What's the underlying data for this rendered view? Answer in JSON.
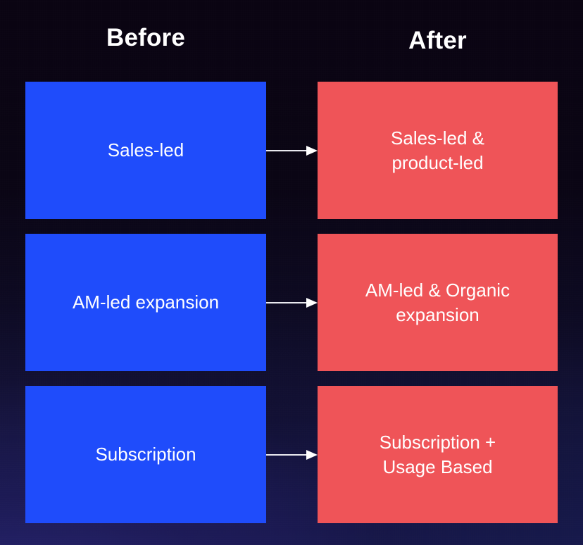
{
  "headers": {
    "before": "Before",
    "after": "After"
  },
  "colors": {
    "before_box": "#1F4CFB",
    "after_box": "#EF5458",
    "text": "#FFFFFF",
    "arrow": "#FFFFFF",
    "background_top": "#0A0412",
    "background_bottom": "#1D1D55"
  },
  "rows": [
    {
      "before": "Sales-led",
      "after": "Sales-led &\nproduct-led",
      "arrow": "arrow-right-icon"
    },
    {
      "before": "AM-led expansion",
      "after": "AM-led & Organic\nexpansion",
      "arrow": "arrow-right-icon"
    },
    {
      "before": "Subscription",
      "after": "Subscription +\nUsage Based",
      "arrow": "arrow-right-icon"
    }
  ]
}
